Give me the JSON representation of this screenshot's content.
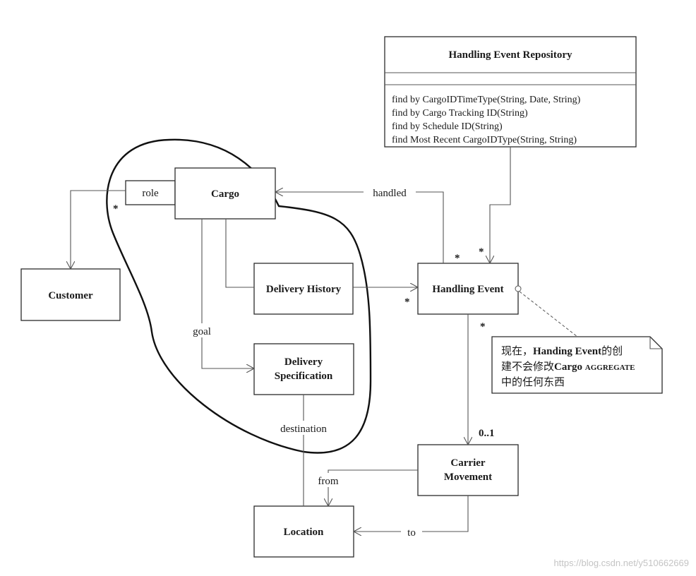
{
  "repository": {
    "title": "Handling Event Repository",
    "methods": [
      "find by CargoIDTimeType(String, Date, String)",
      "find by Cargo Tracking ID(String)",
      "find by Schedule ID(String)",
      "find Most Recent CargoIDType(String, String)"
    ]
  },
  "classes": {
    "cargo": "Cargo",
    "customer": "Customer",
    "delivery_history": "Delivery History",
    "delivery_spec": [
      "Delivery",
      "Specification"
    ],
    "handling_event": "Handling Event",
    "carrier_movement": [
      "Carrier",
      "Movement"
    ],
    "location": "Location"
  },
  "labels": {
    "role": "role",
    "handled": "handled",
    "goal": "goal",
    "destination": "destination",
    "from": "from",
    "to": "to"
  },
  "multiplicities": {
    "customer_star": "*",
    "repo_star": "*",
    "handled_star": "*",
    "history_star": "*",
    "carrier_star": "*",
    "carrier_one": "0..1"
  },
  "note": {
    "line1_prefix": "现在，",
    "line1_bold": "Handing Event",
    "line1_suffix": "的创",
    "line2_prefix": "建不会修改",
    "line2_bold": "Cargo",
    "line2_caps": "Aggregate",
    "line3": "中的任何东西"
  },
  "watermark": "https://blog.csdn.net/y510662669"
}
